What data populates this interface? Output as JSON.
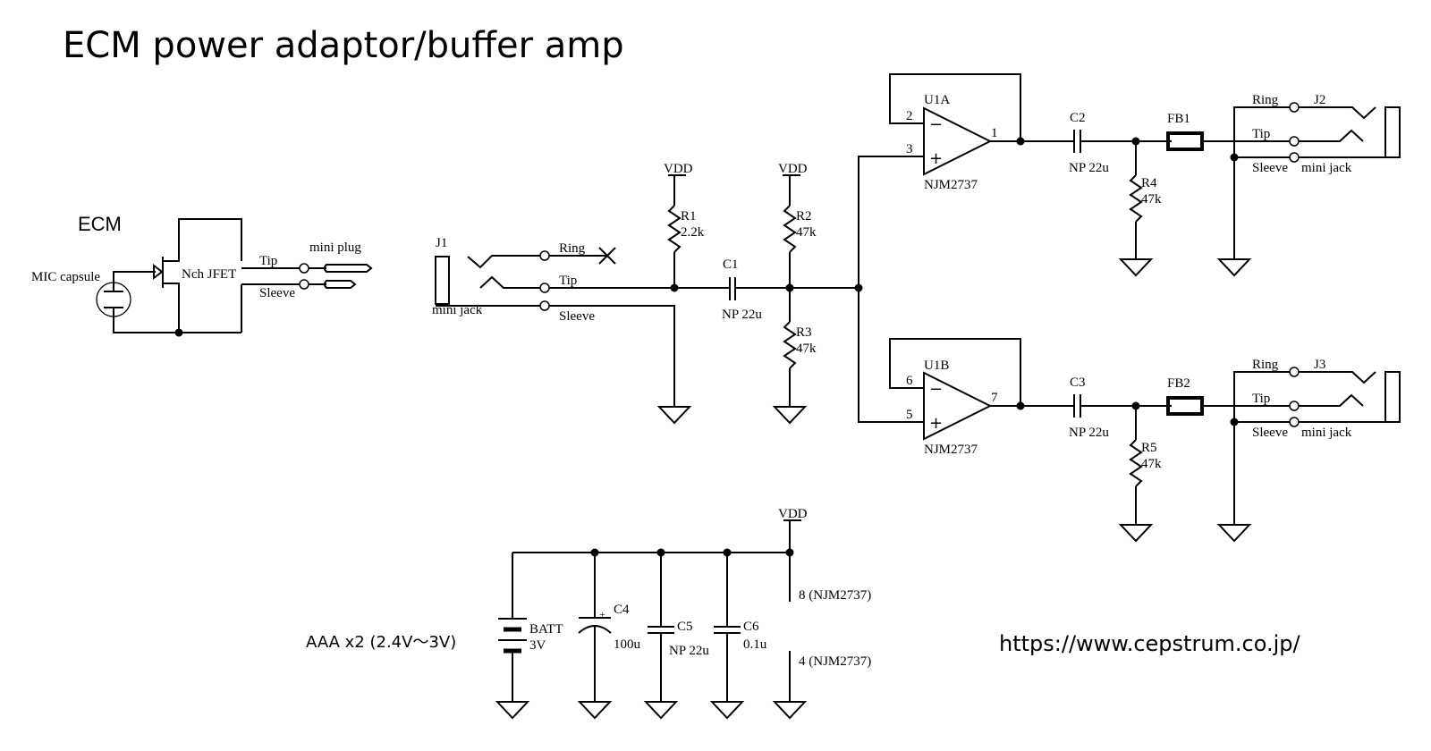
{
  "title": "ECM power adaptor/buffer amp",
  "url": "https://www.cepstrum.co.jp/",
  "ecm": {
    "heading": "ECM",
    "capsule_label": "MIC capsule",
    "jfet_label": "Nch JFET",
    "plug_label": "mini plug",
    "tip_label": "Tip",
    "sleeve_label": "Sleeve"
  },
  "j1": {
    "ref": "J1",
    "type": "mini jack",
    "ring": "Ring",
    "tip": "Tip",
    "sleeve": "Sleeve"
  },
  "power_labels": {
    "vdd": "VDD"
  },
  "r1": {
    "ref": "R1",
    "value": "2.2k"
  },
  "r2": {
    "ref": "R2",
    "value": "47k"
  },
  "r3": {
    "ref": "R3",
    "value": "47k"
  },
  "r4": {
    "ref": "R4",
    "value": "47k"
  },
  "r5": {
    "ref": "R5",
    "value": "47k"
  },
  "c1": {
    "ref": "C1",
    "value": "NP 22u"
  },
  "c2": {
    "ref": "C2",
    "value": "NP 22u"
  },
  "c3": {
    "ref": "C3",
    "value": "NP 22u"
  },
  "c4": {
    "ref": "C4",
    "value": "100u",
    "polarity": "+"
  },
  "c5": {
    "ref": "C5",
    "value": "NP 22u"
  },
  "c6": {
    "ref": "C6",
    "value": "0.1u"
  },
  "u1a": {
    "ref": "U1A",
    "part": "NJM2737",
    "pin_inv": "2",
    "pin_noninv": "3",
    "pin_out": "1",
    "minus": "−",
    "plus": "+"
  },
  "u1b": {
    "ref": "U1B",
    "part": "NJM2737",
    "pin_inv": "6",
    "pin_noninv": "5",
    "pin_out": "7",
    "minus": "−",
    "plus": "+"
  },
  "fb1": {
    "ref": "FB1"
  },
  "fb2": {
    "ref": "FB2"
  },
  "j2": {
    "ref": "J2",
    "type": "mini jack",
    "ring": "Ring",
    "tip": "Tip",
    "sleeve": "Sleeve"
  },
  "j3": {
    "ref": "J3",
    "type": "mini jack",
    "ring": "Ring",
    "tip": "Tip",
    "sleeve": "Sleeve"
  },
  "batt": {
    "ref": "BATT",
    "value": "3V",
    "note": "AAA x2  (2.4V～3V)"
  },
  "supply_pins": {
    "pin8": "8 (NJM2737)",
    "pin4": "4 (NJM2737)"
  }
}
